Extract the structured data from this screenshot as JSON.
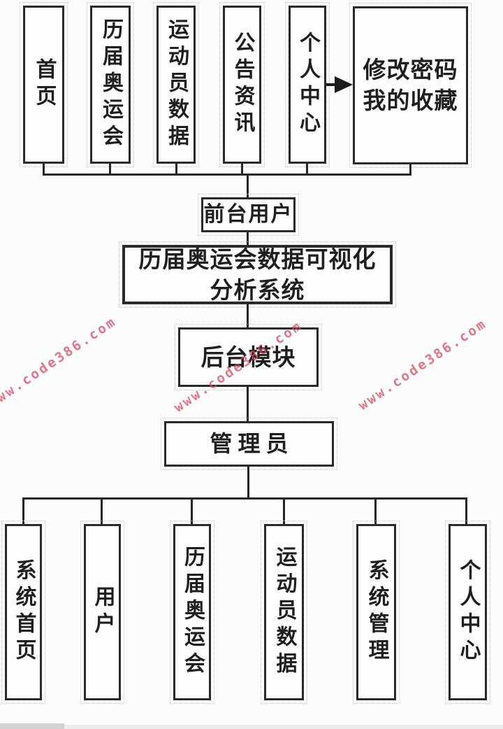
{
  "diagram": {
    "title_lines": {
      "line1": "历届奥运会数据可视化",
      "line2": "分析系统"
    },
    "front_user": {
      "label": "前台用户"
    },
    "backend": {
      "label": "后台模块"
    },
    "admin": {
      "label": "管理员"
    },
    "front_row": {
      "items": [
        {
          "label": "首页"
        },
        {
          "label": "历届奥运会"
        },
        {
          "label": "运动员数据"
        },
        {
          "label": "公告资讯"
        },
        {
          "label": "个人中心"
        }
      ],
      "favorites_box": {
        "line1": "修改密码",
        "line2": "我的收藏"
      }
    },
    "admin_row": {
      "items": [
        {
          "label": "系统首页"
        },
        {
          "label": "用户"
        },
        {
          "label": "历届奥运会"
        },
        {
          "label": "运动员数据"
        },
        {
          "label": "系统管理"
        },
        {
          "label": "个人中心"
        }
      ]
    },
    "watermark": {
      "text": "www.code386.com",
      "color": "#d8485e"
    },
    "colors": {
      "line": "#262626",
      "box_border": "#2a2a2a",
      "background": "#fcfcfc"
    }
  }
}
